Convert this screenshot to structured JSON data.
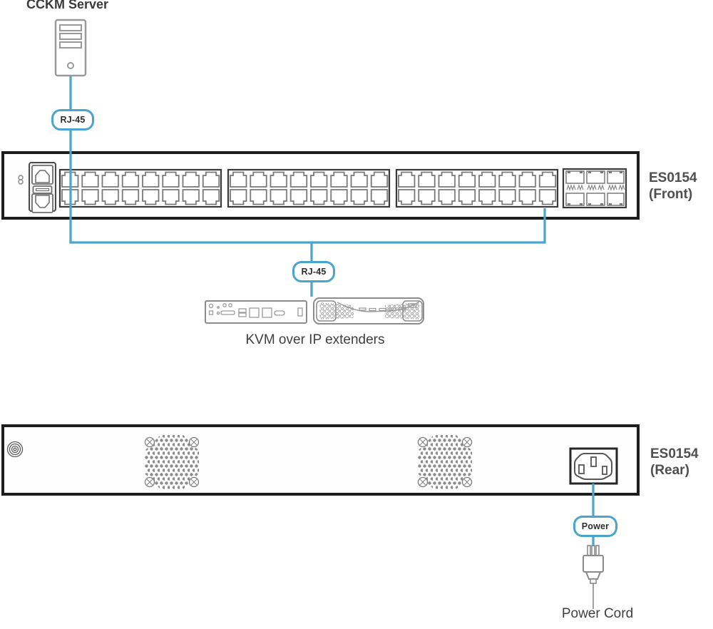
{
  "server": {
    "label": "CCKM Server"
  },
  "badges": {
    "rj45_server": "RJ-45",
    "rj45_extender": "RJ-45",
    "power": "Power"
  },
  "front_panel": {
    "model": "ES0154",
    "view": "(Front)",
    "rj45_blocks": 3,
    "ports_per_block": 16,
    "sfp_ports": 6
  },
  "rear_panel": {
    "model": "ES0154",
    "view": "(Rear)",
    "fan_grilles": 2
  },
  "extenders": {
    "caption": "KVM over IP extenders"
  },
  "power": {
    "cord_label": "Power Cord"
  },
  "colors": {
    "cable": "#49A4CE",
    "panel_border": "#1d1d1b",
    "port_stroke": "#787878",
    "block_stroke": "#3a3a3a",
    "device_gray": "#8c8c8c",
    "label": "#4f4f4f",
    "caption": "#3f3f3f",
    "badge_text": "#2e2e2e"
  }
}
